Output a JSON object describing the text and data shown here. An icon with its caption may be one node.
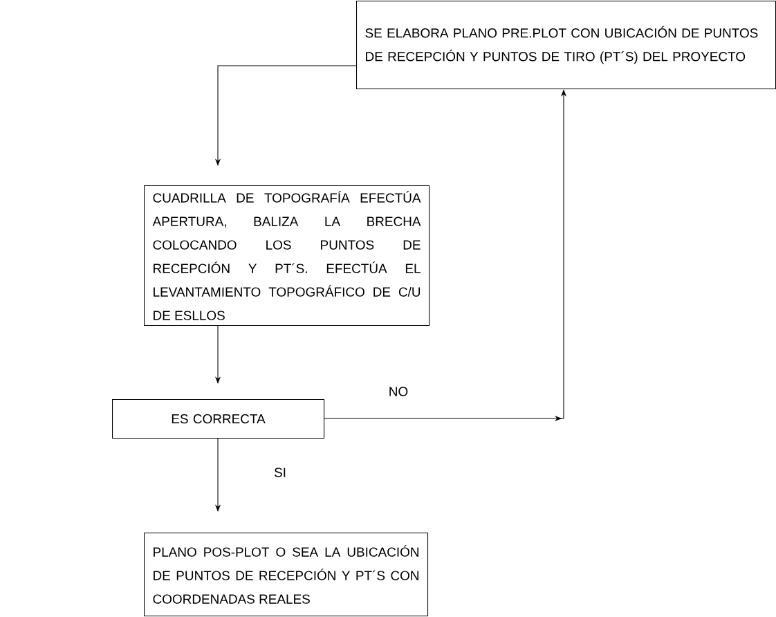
{
  "diagram": {
    "nodes": [
      {
        "text": [
          "SE ELABORA PLANO PRE.PLOT CON UBICACIÓN DE PUNTOS DE RECEPCIÓN Y PUNTOS DE TIRO (PT´S) DEL PROYECTO"
        ]
      },
      {
        "text": [
          "CUADRILLA DE TOPOGRAFÍA EFECTÚA APERTURA, BALIZA LA BRECHA COLOCANDO LOS PUNTOS DE RECEPCIÓN Y PT´S. EFECTÚA EL LEVANTAMIENTO TOPOGRÁFICO DE C/U DE ESLLOS"
        ]
      },
      {
        "text": [
          "ES CORRECTA"
        ]
      },
      {
        "text": [
          "PLANO POS-PLOT O SEA LA UBICACIÓN DE PUNTOS DE RECEPCIÓN Y PT´S CON COORDENADAS REALES"
        ]
      }
    ],
    "edges": [
      {
        "from": 0,
        "to": 1,
        "arrow": "to"
      },
      {
        "from": 1,
        "to": 2,
        "arrow": "to"
      },
      {
        "from": 2,
        "to": 0,
        "arrow": "to",
        "label": "NO"
      },
      {
        "from": 2,
        "to": 3,
        "arrow": "to",
        "label": "SI"
      }
    ]
  }
}
